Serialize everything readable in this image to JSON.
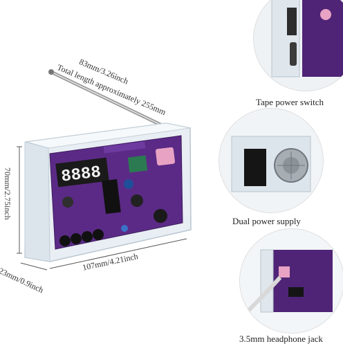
{
  "dimensions": {
    "antenna": "83mm/3.26inch",
    "total_length": "Total length approximately 255mm",
    "height": "70mm/2.75inch",
    "depth": "23mm/0.9inch",
    "width": "107mm/4.21inch"
  },
  "features": [
    {
      "label": "Tape power switch",
      "icon": "power-switch-closeup"
    },
    {
      "label": "Dual power supply",
      "icon": "battery-speaker-closeup"
    },
    {
      "label": "3.5mm headphone jack",
      "icon": "headphone-jack-closeup"
    }
  ],
  "display": {
    "digits": "8888"
  },
  "colors": {
    "pcb": "#5b2a86",
    "acrylic": "#dfe7ee",
    "pink_jack": "#e8a3c4"
  }
}
